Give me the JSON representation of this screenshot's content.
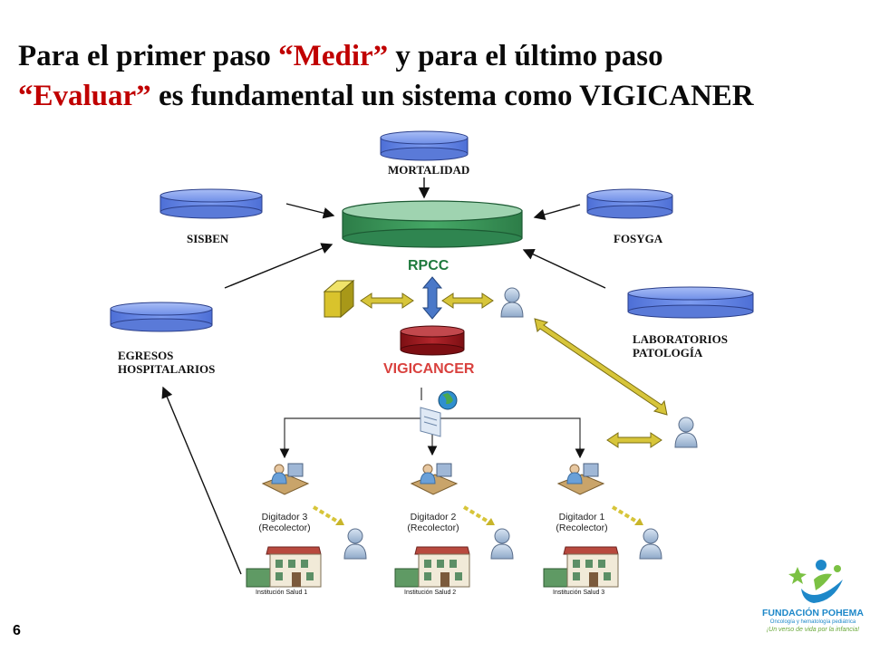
{
  "title": {
    "part1": "Para el primer paso ",
    "step_first": "“Medir”",
    "part2": " y para el último paso",
    "step_last": "“Evaluar”",
    "part3": " es fundamental un sistema como VIGICANER"
  },
  "databases": {
    "mortalidad": "MORTALIDAD",
    "sisben": "SISBEN",
    "fosyga": "FOSYGA",
    "egresos_line1": "EGRESOS",
    "egresos_line2": "HOSPITALARIOS",
    "laboratorios_line1": "LABORATORIOS",
    "laboratorios_line2": "PATOLOGÍA"
  },
  "central": {
    "rpcc": "RPCC",
    "vigicancer": "VIGICANCER"
  },
  "digitizers": [
    {
      "line1": "Digitador 3",
      "line2": "(Recolector)",
      "institution": "Institución Salud 1"
    },
    {
      "line1": "Digitador 2",
      "line2": "(Recolector)",
      "institution": "Institución Salud 2"
    },
    {
      "line1": "Digitador 1",
      "line2": "(Recolector)",
      "institution": "Institución Salud 3"
    }
  ],
  "footer": {
    "slide_number": "6",
    "org_name": "FUNDACIÓN POHEMA",
    "org_subtitle": "Oncología y hematología pediátrica",
    "org_tagline": "¡Un verso de vida por la infancia!"
  },
  "colors": {
    "db_blue": "#6f8fe8",
    "rpcc_green": "#3f9a5e",
    "vigicancer_red": "#a3151b",
    "arrow_yellow": "#d7c53a",
    "highlight_red": "#c00000",
    "brand_blue": "#1e88c9"
  }
}
